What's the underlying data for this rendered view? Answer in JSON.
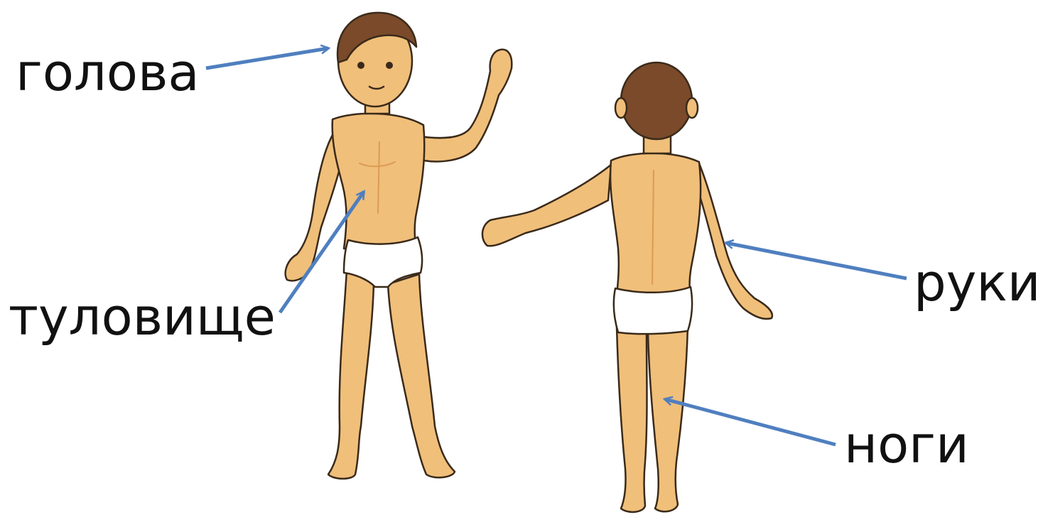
{
  "labels": {
    "head": "голова",
    "torso": "туловище",
    "arms": "руки",
    "legs": "ноги"
  },
  "colors": {
    "arrow": "#4f7fbf",
    "skin": "#f0bf7a",
    "skin_shade": "#dc9a52",
    "hair": "#7a4a2a",
    "outline": "#3a2a1a",
    "briefs": "#ffffff",
    "text": "#111111"
  },
  "figures": [
    "boy-front-figure",
    "boy-back-figure"
  ]
}
